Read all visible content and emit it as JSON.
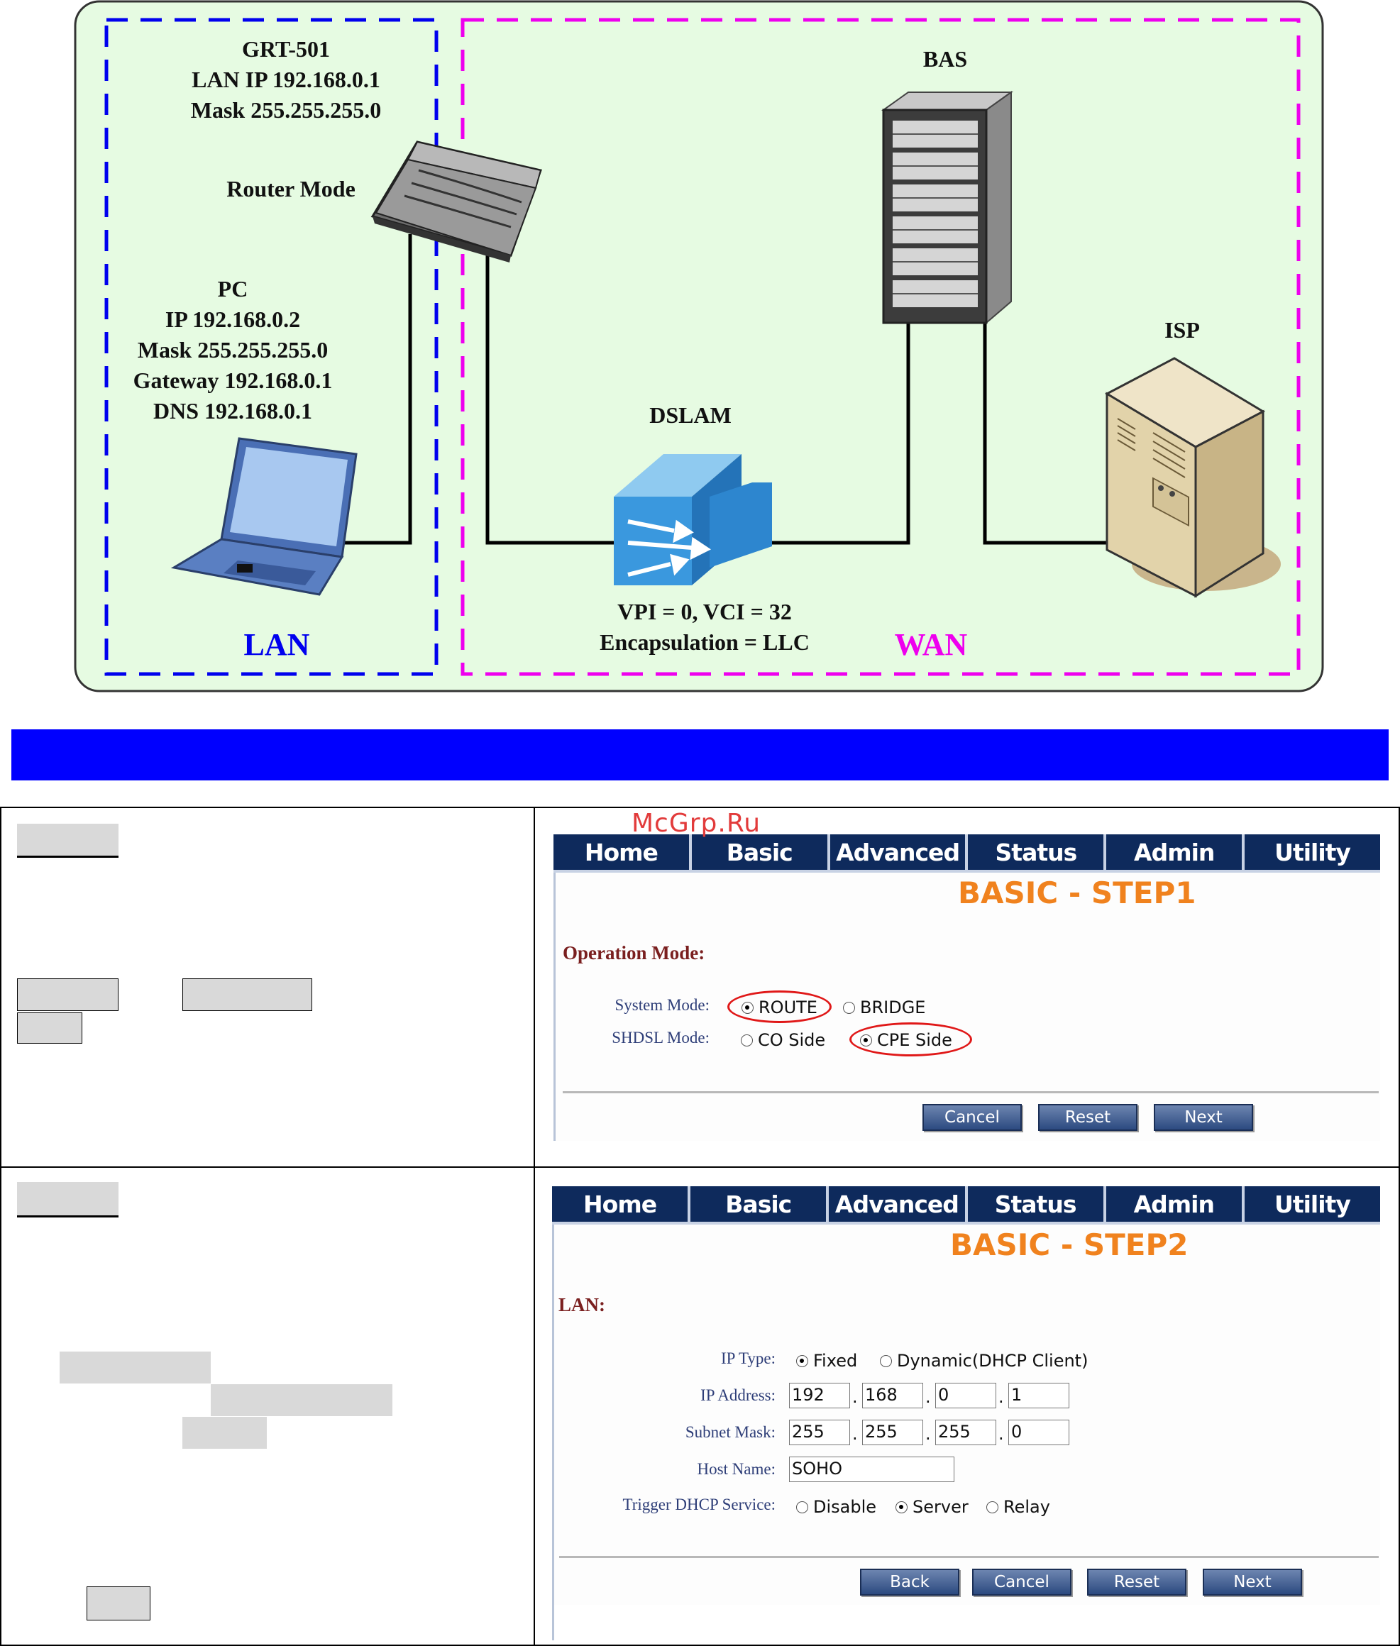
{
  "diagram": {
    "router": {
      "name": "GRT-501",
      "lan_ip": "LAN IP 192.168.0.1",
      "mask": "Mask 255.255.255.0",
      "mode": "Router Mode"
    },
    "pc": {
      "name": "PC",
      "ip": "IP 192.168.0.2",
      "mask": "Mask 255.255.255.0",
      "gateway": "Gateway 192.168.0.1",
      "dns": "DNS 192.168.0.1"
    },
    "dslam": {
      "name": "DSLAM",
      "vpi_vci": "VPI = 0, VCI = 32",
      "encapsulation": "Encapsulation = LLC"
    },
    "bas": "BAS",
    "isp": "ISP",
    "lan_label": "LAN",
    "wan_label": "WAN",
    "colors": {
      "background": "#e6fbe2",
      "lan_border": "#0000ee",
      "wan_border": "#ee00ee",
      "lan_text": "#0000ee",
      "wan_text": "#ee00ee"
    }
  },
  "watermark": "McGrp.Ru",
  "nav": [
    "Home",
    "Basic",
    "Advanced",
    "Status",
    "Admin",
    "Utility"
  ],
  "step1": {
    "title": "BASIC - STEP1",
    "section": "Operation Mode:",
    "system_mode_label": "System Mode:",
    "system_mode_options": [
      "ROUTE",
      "BRIDGE"
    ],
    "system_mode_selected": "ROUTE",
    "shdsl_mode_label": "SHDSL Mode:",
    "shdsl_mode_options": [
      "CO Side",
      "CPE Side"
    ],
    "shdsl_mode_selected": "CPE Side",
    "buttons": [
      "Cancel",
      "Reset",
      "Next"
    ]
  },
  "step2": {
    "title": "BASIC - STEP2",
    "section": "LAN:",
    "ip_type_label": "IP Type:",
    "ip_type_options": [
      "Fixed",
      "Dynamic(DHCP Client)"
    ],
    "ip_type_selected": "Fixed",
    "ip_address_label": "IP Address:",
    "ip_address": [
      "192",
      "168",
      "0",
      "1"
    ],
    "subnet_mask_label": "Subnet Mask:",
    "subnet_mask": [
      "255",
      "255",
      "255",
      "0"
    ],
    "host_name_label": "Host Name:",
    "host_name": "SOHO",
    "dhcp_label": "Trigger DHCP Service:",
    "dhcp_options": [
      "Disable",
      "Server",
      "Relay"
    ],
    "dhcp_selected": "Server",
    "buttons": [
      "Back",
      "Cancel",
      "Reset",
      "Next"
    ]
  }
}
